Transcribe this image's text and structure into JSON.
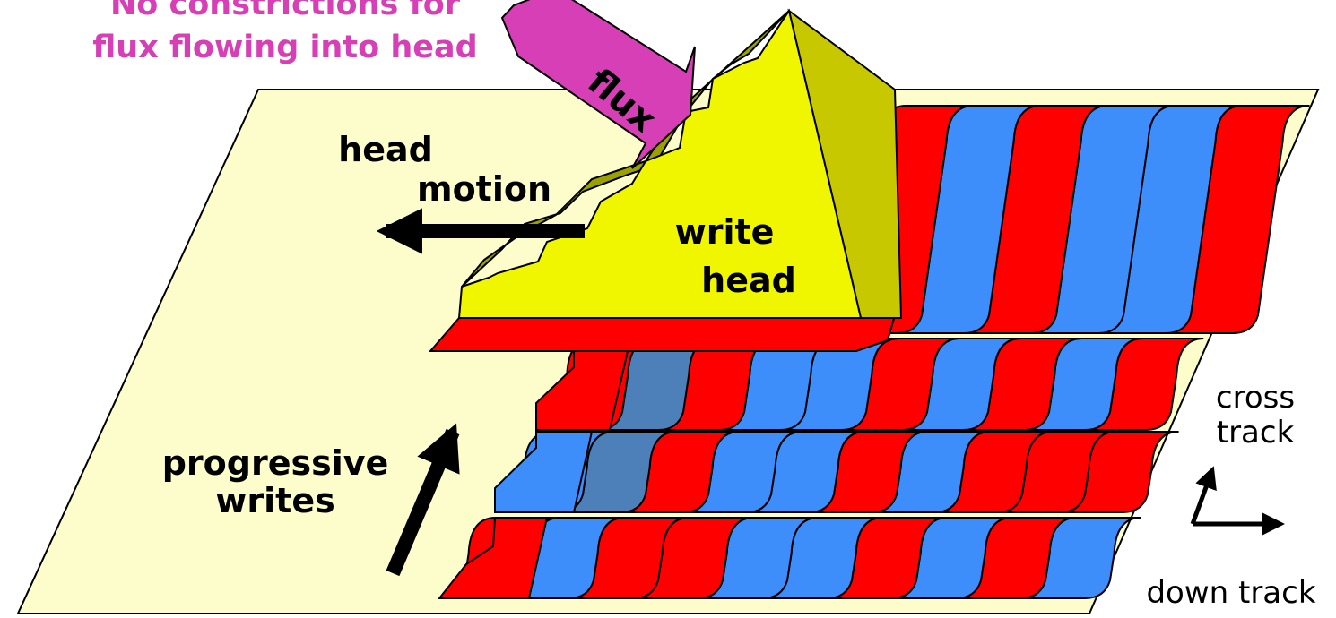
{
  "labels": {
    "caption_line1": "No constrictions for",
    "caption_line2": "flux flowing into head",
    "flux": "flux",
    "head_motion_line1": "head",
    "head_motion_line2": "motion",
    "write_head_line1": "write",
    "write_head_line2": "head",
    "progressive_line1": "progressive",
    "progressive_line2": "writes",
    "cross_track_line1": "cross",
    "cross_track_line2": "track",
    "down_track": "down track"
  },
  "colors": {
    "substrate": "#fdfccb",
    "red_bit": "#ff0000",
    "blue_bit": "#3d8dfa",
    "dark_blue_bit": "#4d7fb8",
    "head_yellow": "#f0f500",
    "head_olive": "#c8c800",
    "head_dark": "#9aa000",
    "flux_magenta": "#d63fb5",
    "caption_magenta": "#d63fb5"
  },
  "rows": [
    {
      "name": "track-top",
      "bits": [
        "red",
        "blue",
        "red",
        "blue",
        "blue",
        "red"
      ]
    },
    {
      "name": "track-2",
      "bits": [
        "red",
        "dark_blue",
        "red",
        "blue",
        "blue",
        "red",
        "blue",
        "red",
        "blue",
        "red"
      ]
    },
    {
      "name": "track-3",
      "bits": [
        "blue",
        "dark_blue",
        "red",
        "blue",
        "blue",
        "red",
        "blue",
        "red",
        "red",
        "red"
      ]
    },
    {
      "name": "track-4",
      "bits": [
        "red",
        "blue",
        "red",
        "red",
        "blue",
        "blue",
        "red",
        "blue",
        "red",
        "blue"
      ]
    }
  ]
}
